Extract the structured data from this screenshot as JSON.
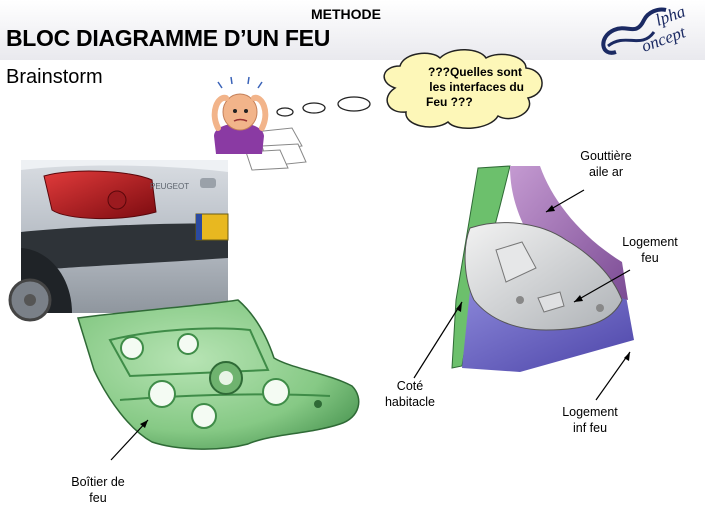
{
  "header": {
    "section": "METHODE",
    "title": "BLOC DIAGRAMME D’UN FEU",
    "subtitle": "Brainstorm",
    "logo_text": [
      "lpha",
      "oncept"
    ]
  },
  "thought_bubble": {
    "lines": [
      "???Quelles sont",
      "les interfaces du",
      "Feu ???"
    ]
  },
  "labels": {
    "boitier": [
      "Boîtier de",
      "feu"
    ],
    "cote": [
      "Coté",
      "habitacle"
    ],
    "gouttiere": [
      "Gouttière",
      "aile ar"
    ],
    "logement_feu": [
      "Logement",
      "feu"
    ],
    "logement_inf": [
      "Logement",
      "inf feu"
    ]
  },
  "car_badge": "PEUGEOT",
  "colors": {
    "housing_green": "#8fd08f",
    "aile_purple": "#a679b8",
    "body_blue": "#6c66c4",
    "tail_red": "#b5121b",
    "plate_yellow": "#e8b820"
  }
}
